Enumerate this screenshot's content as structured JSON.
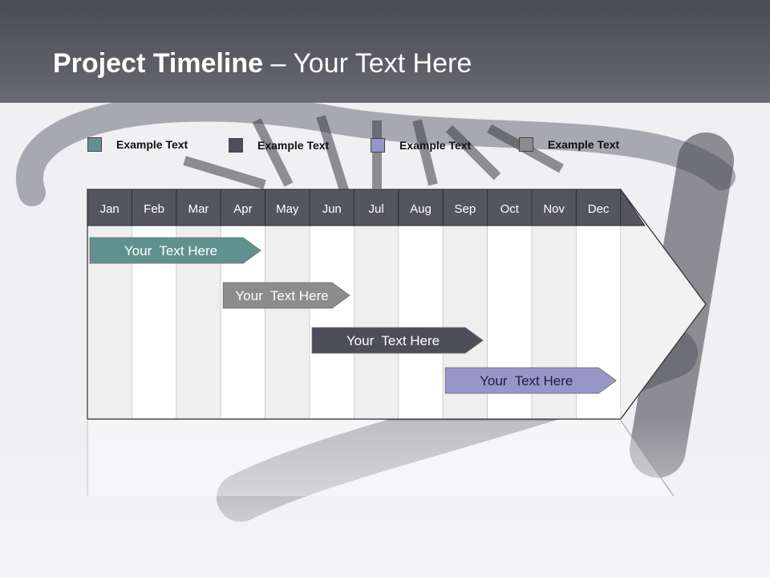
{
  "slide": {
    "title_bold": "Project Timeline",
    "title_rest": " – Your Text Here"
  },
  "legend": [
    {
      "label": "Example Text",
      "color": "#5f918f"
    },
    {
      "label": "Example Text",
      "color": "#4e4e5a"
    },
    {
      "label": "Example Text",
      "color": "#9696c8"
    },
    {
      "label": "Example Text",
      "color": "#8c8c8c"
    }
  ],
  "months": [
    "Jan",
    "Feb",
    "Mar",
    "Apr",
    "May",
    "Jun",
    "Jul",
    "Aug",
    "Sep",
    "Oct",
    "Nov",
    "Dec"
  ],
  "tasks": [
    {
      "label": "Your  Text Here",
      "start": "Jan",
      "end": "Apr",
      "color": "#5f918f",
      "text_color": "#ffffff"
    },
    {
      "label": "Your  Text Here",
      "start": "Apr",
      "end": "Jun",
      "color": "#8c8c8c",
      "text_color": "#ffffff"
    },
    {
      "label": "Your  Text Here",
      "start": "Jun",
      "end": "Sep",
      "color": "#4e4e5a",
      "text_color": "#ffffff"
    },
    {
      "label": "Your  Text Here",
      "start": "Sep",
      "end": "Dec",
      "color": "#9696c8",
      "text_color": "#1e1e3c"
    }
  ]
}
